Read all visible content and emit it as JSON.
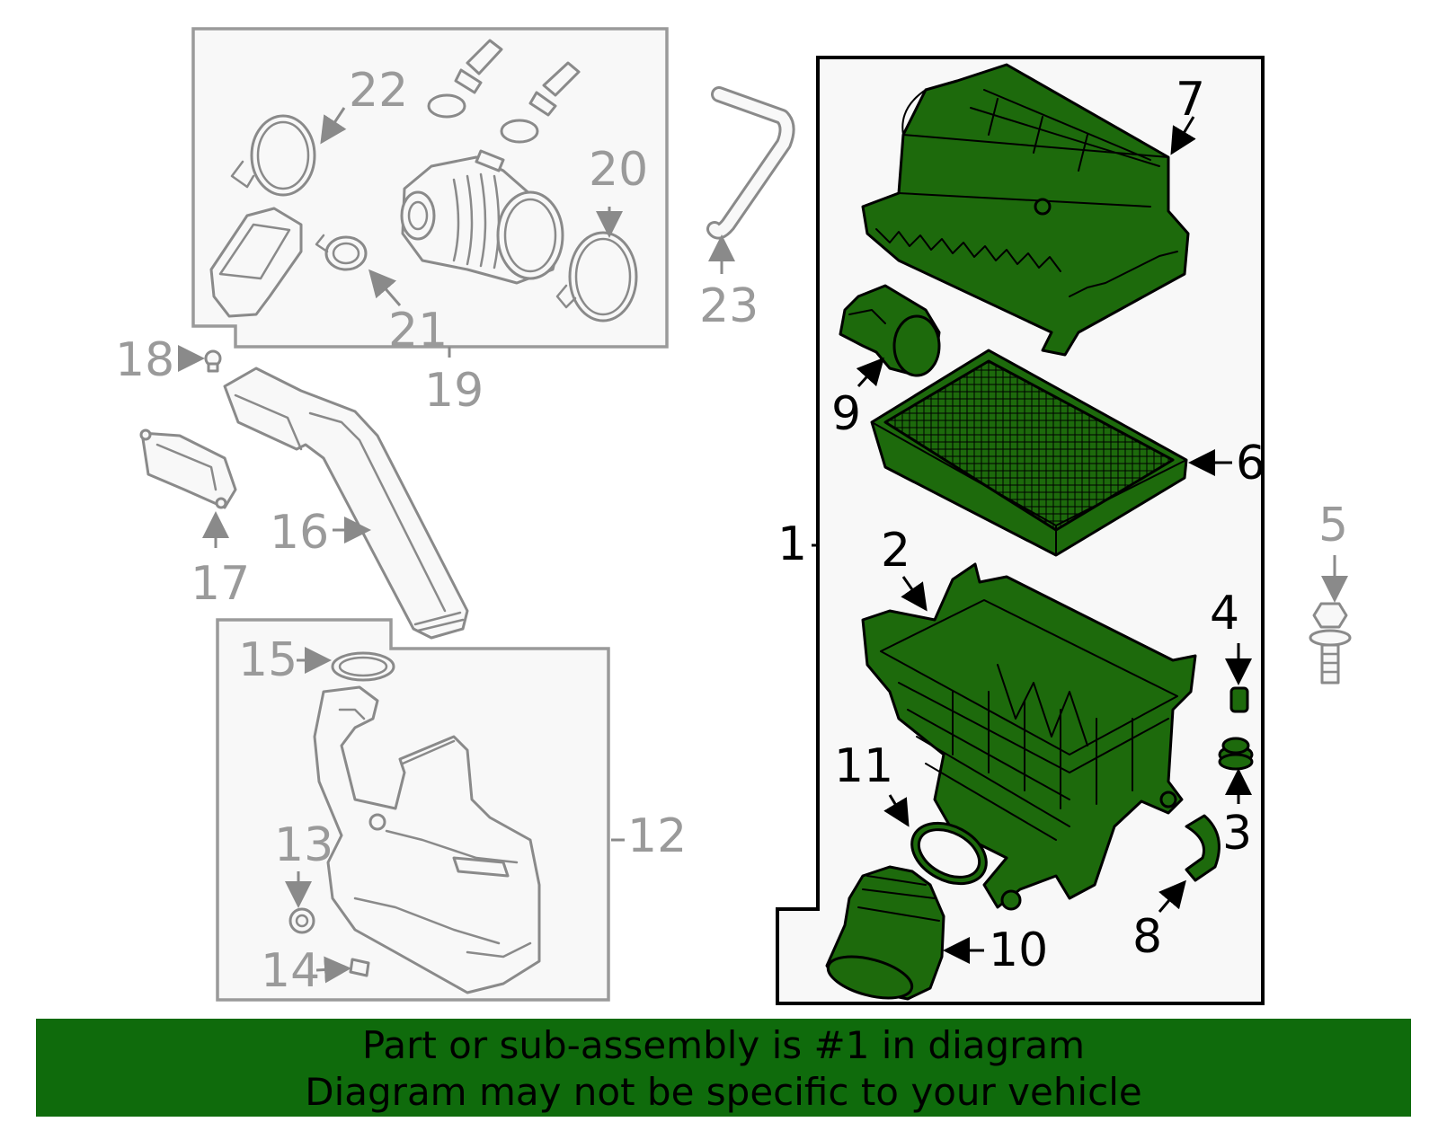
{
  "colors": {
    "accent_green": "#0f6b0c",
    "part_fill": "#1d6a0c",
    "line_gray": "#8a8a8a",
    "label_gray": "#9a9a9a"
  },
  "callouts": {
    "c1": "1",
    "c2": "2",
    "c3": "3",
    "c4": "4",
    "c5": "5",
    "c6": "6",
    "c7": "7",
    "c8": "8",
    "c9": "9",
    "c10": "10",
    "c11": "11",
    "c12": "12",
    "c13": "13",
    "c14": "14",
    "c15": "15",
    "c16": "16",
    "c17": "17",
    "c18": "18",
    "c19": "19",
    "c20": "20",
    "c21": "21",
    "c22": "22",
    "c23": "23"
  },
  "banner": {
    "line1": "Part or sub-assembly is #1 in diagram",
    "line2": "Diagram may not be specific to your vehicle"
  }
}
